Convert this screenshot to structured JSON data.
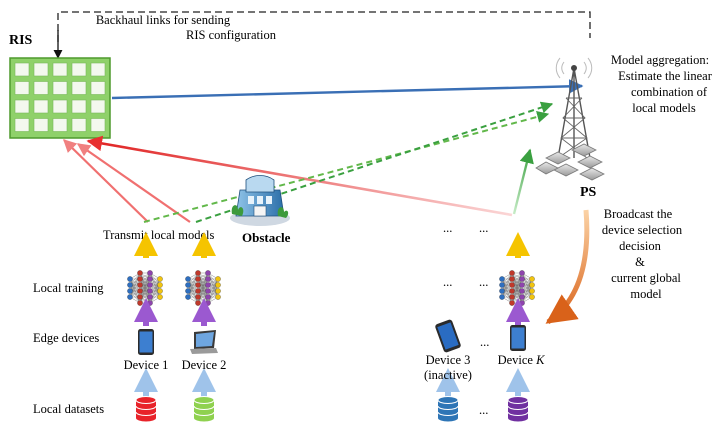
{
  "backhaul_label": [
    "Backhaul links for sending",
    "RIS configuration"
  ],
  "ris_label": "RIS",
  "aggregation_label": [
    "Model aggregation:",
    "Estimate the linear",
    "combination of",
    "local models"
  ],
  "ps_label": "PS",
  "broadcast_label": [
    "Broadcast the",
    "device selection",
    "decision",
    "&",
    "current global",
    "model"
  ],
  "obstacle_label": "Obstacle",
  "transmit_label": "Transmit local models",
  "row_labels": {
    "local_training": "Local training",
    "edge_devices": "Edge devices",
    "local_datasets": "Local datasets"
  },
  "devices": {
    "device1": "Device 1",
    "device2": "Device 2",
    "device3": "Device 3",
    "device3_status": "(inactive)",
    "deviceK_prefix": "Device ",
    "deviceK_var": "K"
  },
  "ellipsis": "...",
  "colors": {
    "ris_panel": "#8fd16a",
    "ris_border": "#4e9a2d",
    "blue_link": "#3a6fb5",
    "green_link": "#3aa040",
    "red_link": "#e83030",
    "orange_arrow": "#d9621a",
    "up_arrow": "#f5c400",
    "purple_arrow": "#9b59d0",
    "light_blue_arrow": "#9fc3ea",
    "dataset_red": "#e8232a",
    "dataset_green": "#8fd14f",
    "dataset_blue": "#2e75b6",
    "dataset_purple": "#7030a0"
  }
}
